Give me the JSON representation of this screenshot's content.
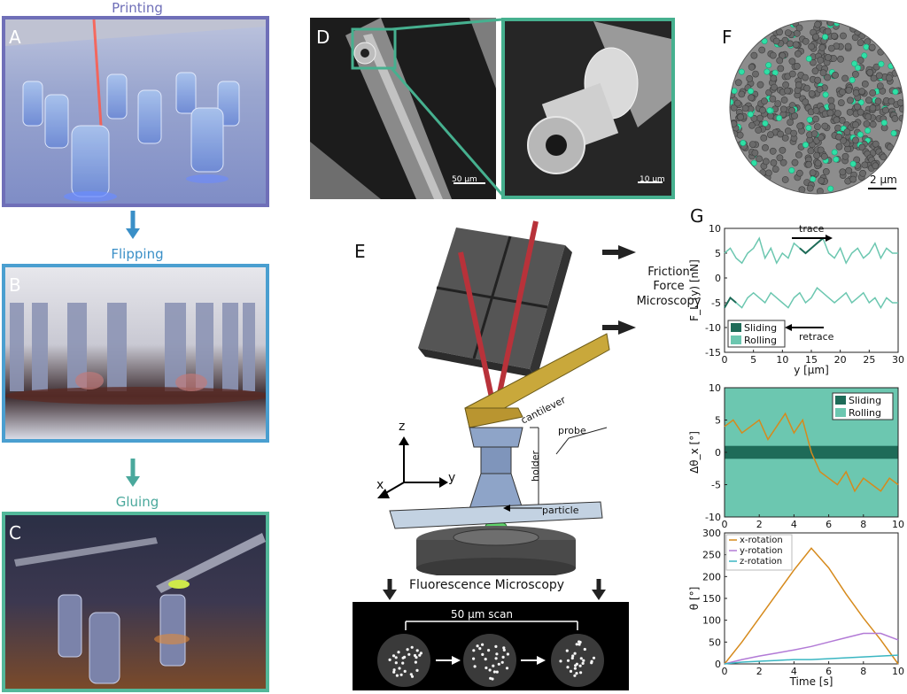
{
  "panels": {
    "A": {
      "letter": "A",
      "step": "Printing"
    },
    "B": {
      "letter": "B",
      "step": "Flipping"
    },
    "C": {
      "letter": "C",
      "step": "Gluing"
    },
    "D": {
      "letter": "D",
      "scalebar_left": "50 μm",
      "scalebar_right": "10 μm"
    },
    "E": {
      "letter": "E",
      "ffm": [
        "Friction",
        "Force",
        "Microscopy"
      ],
      "cantilever": "cantilever",
      "probe": "probe",
      "holder": "holder",
      "particle": "particle",
      "axis_z": "z",
      "axis_x": "x",
      "axis_y": "y",
      "fluorescence": "Fluorescence Microscopy",
      "scan": "50 μm scan"
    },
    "F": {
      "letter": "F",
      "scalebar": "2 μm"
    },
    "G": {
      "letter": "G"
    }
  },
  "colors": {
    "frame_A": "#6f6fb8",
    "frame_B": "#4a9fd0",
    "frame_C": "#53b89a",
    "frame_D": "#46b08f",
    "sliding": "#1e6b58",
    "rolling": "#6cc7b0",
    "orange": "#d68a1c",
    "purple": "#b27ad6",
    "cyan": "#3ab6c2"
  },
  "chart_data": [
    {
      "type": "line",
      "xlabel": "y [μm]",
      "ylabel": "F_L (y) [nN]",
      "xlim": [
        0,
        30
      ],
      "ylim": [
        -15,
        10
      ],
      "xticks": [
        0,
        5,
        10,
        15,
        20,
        25,
        30
      ],
      "yticks": [
        10,
        5,
        0,
        -5,
        -10,
        -15
      ],
      "annotations": [
        "trace",
        "retrace"
      ],
      "legend": [
        "Sliding",
        "Rolling"
      ],
      "legend_position": "bottom-left",
      "series": [
        {
          "name": "trace",
          "x": [
            0,
            1,
            2,
            3,
            4,
            5,
            6,
            7,
            8,
            9,
            10,
            11,
            12,
            13,
            14,
            15,
            16,
            17,
            18,
            19,
            20,
            21,
            22,
            23,
            24,
            25,
            26,
            27,
            28,
            29,
            30
          ],
          "y": [
            5,
            6,
            4,
            3,
            5,
            6,
            8,
            4,
            6,
            3,
            5,
            4,
            7,
            6,
            5,
            6,
            7,
            8,
            5,
            4,
            6,
            3,
            5,
            6,
            4,
            5,
            7,
            4,
            6,
            5,
            5
          ]
        },
        {
          "name": "retrace",
          "x": [
            0,
            1,
            2,
            3,
            4,
            5,
            6,
            7,
            8,
            9,
            10,
            11,
            12,
            13,
            14,
            15,
            16,
            17,
            18,
            19,
            20,
            21,
            22,
            23,
            24,
            25,
            26,
            27,
            28,
            29,
            30
          ],
          "y": [
            -6,
            -4,
            -5,
            -6,
            -4,
            -3,
            -4,
            -5,
            -3,
            -4,
            -5,
            -6,
            -4,
            -3,
            -5,
            -4,
            -2,
            -3,
            -4,
            -5,
            -4,
            -3,
            -5,
            -4,
            -3,
            -5,
            -4,
            -6,
            -4,
            -5,
            -5
          ]
        }
      ]
    },
    {
      "type": "line",
      "xlabel": "",
      "ylabel": "Δθ_x [°]",
      "xlim": [
        0,
        10
      ],
      "ylim": [
        -10,
        10
      ],
      "xticks": [
        0,
        2,
        4,
        6,
        8,
        10
      ],
      "yticks": [
        10,
        5,
        0,
        -5,
        -10
      ],
      "legend": [
        "Sliding",
        "Rolling"
      ],
      "legend_position": "top-right",
      "series": [
        {
          "name": "Δθx",
          "x": [
            0,
            0.5,
            1,
            1.5,
            2,
            2.5,
            3,
            3.5,
            4,
            4.5,
            5,
            5.5,
            6,
            6.5,
            7,
            7.5,
            8,
            8.5,
            9,
            9.5,
            10
          ],
          "y": [
            4,
            5,
            3,
            4,
            5,
            2,
            4,
            6,
            3,
            5,
            0,
            -3,
            -4,
            -5,
            -3,
            -6,
            -4,
            -5,
            -6,
            -4,
            -5
          ]
        }
      ]
    },
    {
      "type": "line",
      "xlabel": "Time [s]",
      "ylabel": "θ [°]",
      "xlim": [
        0,
        10
      ],
      "ylim": [
        0,
        300
      ],
      "xticks": [
        0,
        2,
        4,
        6,
        8,
        10
      ],
      "yticks": [
        300,
        250,
        200,
        150,
        100,
        50,
        0
      ],
      "legend_position": "top-left",
      "series": [
        {
          "name": "x-rotation",
          "x": [
            0,
            1,
            2,
            3,
            4,
            5,
            6,
            7,
            8,
            9,
            10
          ],
          "y": [
            0,
            50,
            105,
            160,
            215,
            265,
            220,
            160,
            105,
            55,
            0
          ]
        },
        {
          "name": "y-rotation",
          "x": [
            0,
            1,
            2,
            3,
            4,
            5,
            6,
            7,
            8,
            9,
            10
          ],
          "y": [
            0,
            10,
            18,
            25,
            32,
            40,
            50,
            60,
            70,
            70,
            55
          ]
        },
        {
          "name": "z-rotation",
          "x": [
            0,
            1,
            2,
            3,
            4,
            5,
            6,
            7,
            8,
            9,
            10
          ],
          "y": [
            0,
            4,
            6,
            8,
            10,
            10,
            12,
            14,
            16,
            18,
            20
          ]
        }
      ]
    }
  ]
}
